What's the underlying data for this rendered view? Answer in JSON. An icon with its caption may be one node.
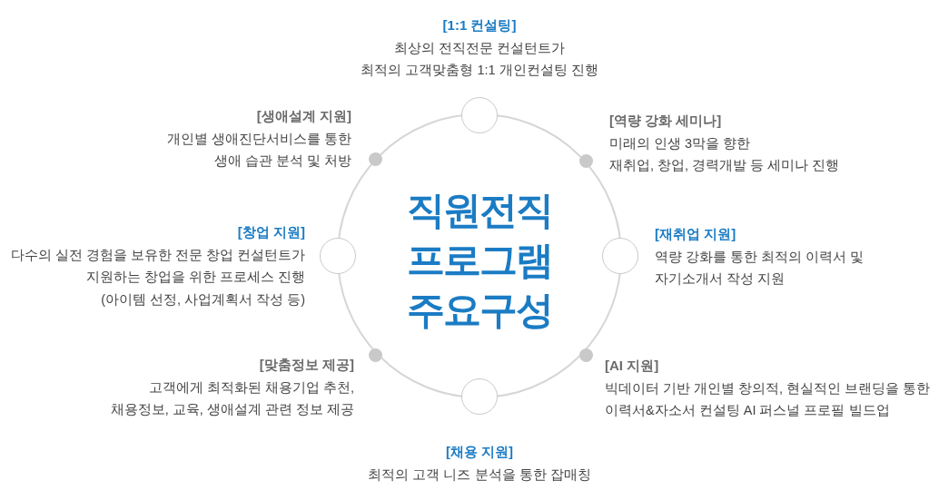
{
  "diagram": {
    "nodes": [
      {
        "text": [
          "직원전직 프로그램 주요구성"
        ]
      },
      {
        "text": [],
        "shape": "circle",
        "beside": [
          "[1:1 컨설팅]",
          "최상의 전직전문 컨설턴트가 최적의 고객맞춤형 1:1 개인컨설팅 진행"
        ]
      },
      {
        "text": [],
        "shape": "dot",
        "beside": [
          "[역량 강화 세미나]",
          "미래의 인생 3막을 향한 재취업, 창업, 경력개발 등 세미나 진행"
        ]
      },
      {
        "text": [],
        "shape": "circle",
        "beside": [
          "[재취업 지원]",
          "역량 강화를 통한 최적의 이력서 및 자기소개서 작성 지원"
        ]
      },
      {
        "text": [],
        "shape": "dot",
        "beside": [
          "[AI 지원]",
          "빅데이터 기반 개인별 창의적, 현실적인 브랜딩을 통한 이력서&자소서 컨설팅 AI 퍼스널 프로필 빌드업"
        ]
      },
      {
        "text": [],
        "shape": "circle",
        "beside": [
          "[채용 지원]",
          "최적의 고객 니즈 분석을 통한 잡매칭"
        ]
      },
      {
        "text": [],
        "shape": "dot",
        "beside": [
          "[맞춤정보 제공]",
          "고객에게 최적화된 채용기업 추천, 채용정보, 교육, 생애설계 관련 정보 제공"
        ]
      },
      {
        "text": [],
        "shape": "circle",
        "beside": [
          "[창업 지원]",
          "다수의 실전 경험을 보유한 전문 창업 컨설턴트가 지원하는 창업을 위한 프로세스 진행 (아이템 선정, 사업계획서 작성 등)"
        ]
      },
      {
        "text": [],
        "shape": "dot",
        "beside": [
          "[생애설계 지원]",
          "개인별 생애진단서비스를 통한 생애 습관 분석 및 처방"
        ]
      }
    ]
  }
}
